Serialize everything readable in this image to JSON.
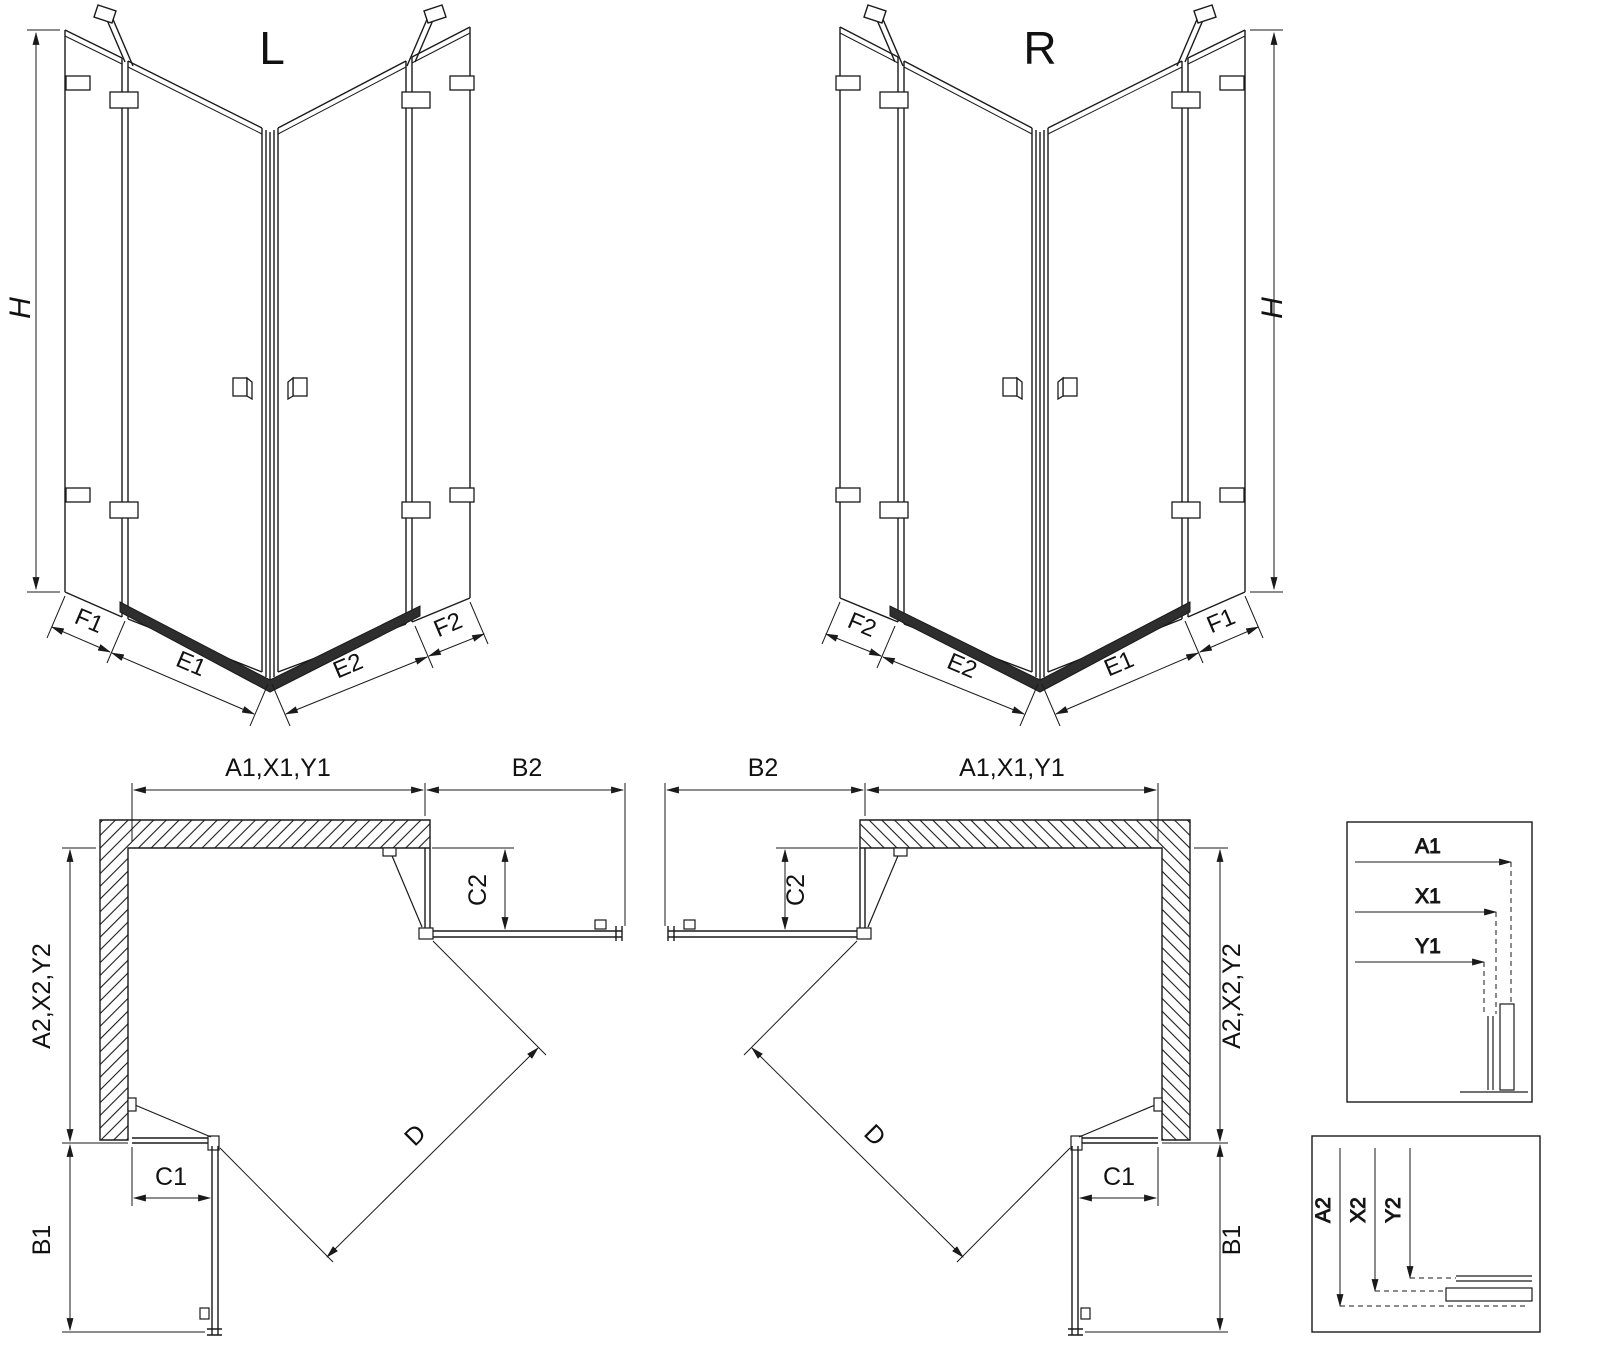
{
  "diagram": {
    "perspective_left": {
      "variant_label": "L",
      "height_label": "H",
      "dim_f1": "F1",
      "dim_e1": "E1",
      "dim_e2": "E2",
      "dim_f2": "F2"
    },
    "perspective_right": {
      "variant_label": "R",
      "height_label": "H",
      "dim_f1": "F1",
      "dim_e1": "E1",
      "dim_e2": "E2",
      "dim_f2": "F2"
    },
    "plan_left": {
      "dim_width_top": "A1,X1,Y1",
      "dim_door_top": "B2",
      "dim_depth_side": "A2,X2,Y2",
      "dim_fixed_top": "C2",
      "dim_fixed_bottom": "C1",
      "dim_door_bottom": "B1",
      "dim_diagonal": "D"
    },
    "plan_right": {
      "dim_width_top": "A1,X1,Y1",
      "dim_door_top": "B2",
      "dim_depth_side": "A2,X2,Y2",
      "dim_fixed_top": "C2",
      "dim_fixed_bottom": "C1",
      "dim_door_bottom": "B1",
      "dim_diagonal": "D"
    },
    "detail_width": {
      "label_a1": "A1",
      "label_x1": "X1",
      "label_y1": "Y1"
    },
    "detail_depth": {
      "label_a2": "A2",
      "label_x2": "X2",
      "label_y2": "Y2"
    }
  }
}
